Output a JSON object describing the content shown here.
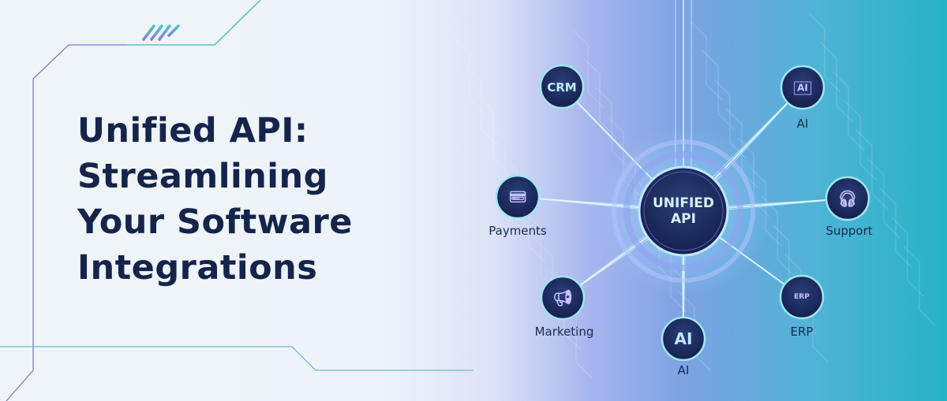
{
  "headline": {
    "lines": [
      "Unified API:",
      "Streamlining",
      "Your Software",
      "Integrations"
    ]
  },
  "hub": {
    "line1": "UNIFIED",
    "line2": "API"
  },
  "nodes": [
    {
      "id": "crm",
      "icon": "crm-text-icon",
      "icon_text": "CRM",
      "label": ""
    },
    {
      "id": "ai-top",
      "icon": "ai-chip-icon",
      "icon_text": "AI",
      "label": "AI"
    },
    {
      "id": "payments",
      "icon": "credit-card-icon",
      "label": "Payments"
    },
    {
      "id": "support",
      "icon": "headset-icon",
      "label": "Support"
    },
    {
      "id": "marketing",
      "icon": "megaphone-icon",
      "label": "Marketing"
    },
    {
      "id": "ai-bottom",
      "icon": "ai-text-icon",
      "icon_text": "AI",
      "label": "AI"
    },
    {
      "id": "erp",
      "icon": "erp-gear-icon",
      "icon_text": "ERP",
      "label": "ERP"
    }
  ],
  "colors": {
    "navy": "#14244a",
    "teal": "#4fd1c5",
    "purple": "#7b6fd0",
    "node_fill": "#1d2b5e",
    "glow": "#bff3ff"
  }
}
